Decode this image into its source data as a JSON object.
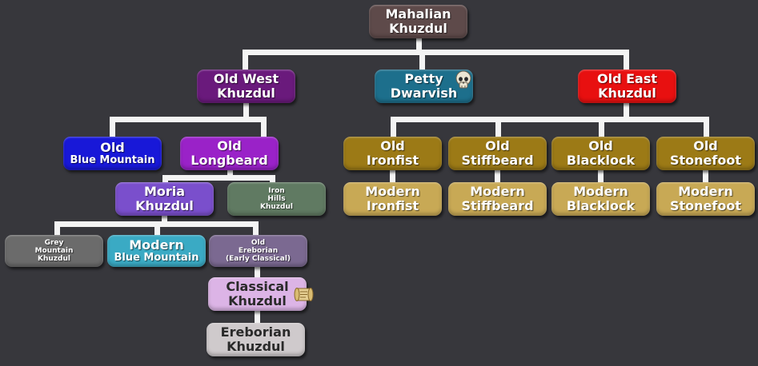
{
  "nodes": {
    "mahalian": {
      "line1": "Mahalian",
      "line2": "Khuzdul"
    },
    "old_west": {
      "line1": "Old West",
      "line2": "Khuzdul"
    },
    "petty": {
      "line1": "Petty",
      "line2": "Dwarvish",
      "icon": "skull-icon"
    },
    "old_east": {
      "line1": "Old East",
      "line2": "Khuzdul"
    },
    "old_blue_mountain": {
      "line1": "Old",
      "line2": "Blue Mountain"
    },
    "old_longbeard": {
      "line1": "Old",
      "line2": "Longbeard"
    },
    "moria": {
      "line1": "Moria",
      "line2": "Khuzdul"
    },
    "iron_hills": {
      "line1": "Iron",
      "line2": "Hills",
      "line3": "Khuzdul"
    },
    "grey_mountain": {
      "line1": "Grey",
      "line2": "Mountain",
      "line3": "Khuzdul"
    },
    "modern_blue_mountain": {
      "line1": "Modern",
      "line2": "Blue Mountain"
    },
    "old_ereborian": {
      "line1": "Old",
      "line2": "Ereborian",
      "line3": "(Early Classical)"
    },
    "classical": {
      "line1": "Classical",
      "line2": "Khuzdul",
      "icon": "scroll-icon"
    },
    "ereborian": {
      "line1": "Ereborian",
      "line2": "Khuzdul"
    },
    "old_ironfist": {
      "line1": "Old",
      "line2": "Ironfist"
    },
    "old_stiffbeard": {
      "line1": "Old",
      "line2": "Stiffbeard"
    },
    "old_blacklock": {
      "line1": "Old",
      "line2": "Blacklock"
    },
    "old_stonefoot": {
      "line1": "Old",
      "line2": "Stonefoot"
    },
    "modern_ironfist": {
      "line1": "Modern",
      "line2": "Ironfist"
    },
    "modern_stiffbeard": {
      "line1": "Modern",
      "line2": "Stiffbeard"
    },
    "modern_blacklock": {
      "line1": "Modern",
      "line2": "Blacklock"
    },
    "modern_stonefoot": {
      "line1": "Modern",
      "line2": "Stonefoot"
    }
  },
  "colors": {
    "background": "#37373c",
    "connector": "#ffffff",
    "mahalian": "#5e4a4a",
    "old_west": "#6a1a7c",
    "petty": "#1d6f8c",
    "old_east": "#e81010",
    "old_blue_mountain": "#1818d8",
    "old_longbeard": "#9a22c8",
    "moria": "#7a4fcc",
    "iron_hills": "#607a62",
    "grey_mountain": "#6b6b6b",
    "modern_blue_mountain": "#3aaac4",
    "old_ereborian": "#7b6991",
    "classical": "#dcb4e6",
    "ereborian": "#cfcacc",
    "eastern_old": "#9c7a16",
    "eastern_modern": "#c8a955"
  }
}
